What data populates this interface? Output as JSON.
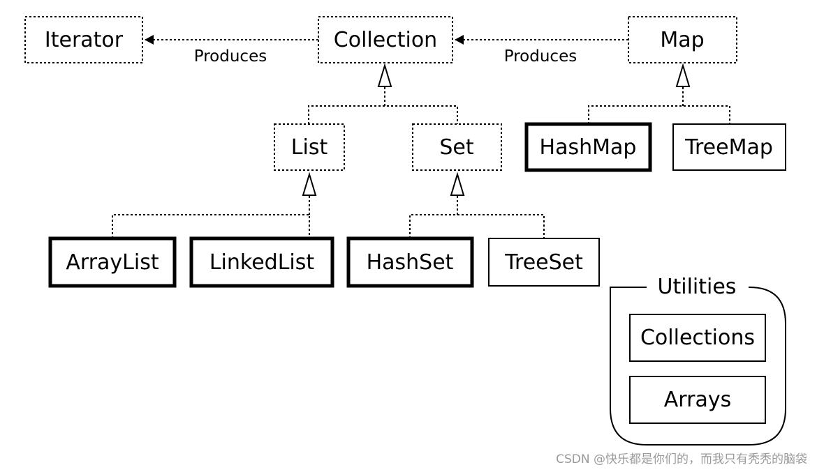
{
  "diagram": {
    "nodes": {
      "iterator": "Iterator",
      "collection": "Collection",
      "map": "Map",
      "list": "List",
      "set": "Set",
      "hashmap": "HashMap",
      "treemap": "TreeMap",
      "arraylist": "ArrayList",
      "linkedlist": "LinkedList",
      "hashset": "HashSet",
      "treeset": "TreeSet"
    },
    "edge_labels": {
      "collection_produces_iterator": "Produces",
      "map_produces_collection": "Produces"
    },
    "utilities": {
      "title": "Utilities",
      "collections": "Collections",
      "arrays": "Arrays"
    }
  },
  "watermark": "CSDN @快乐都是你们的，而我只有秃秃的脑袋"
}
